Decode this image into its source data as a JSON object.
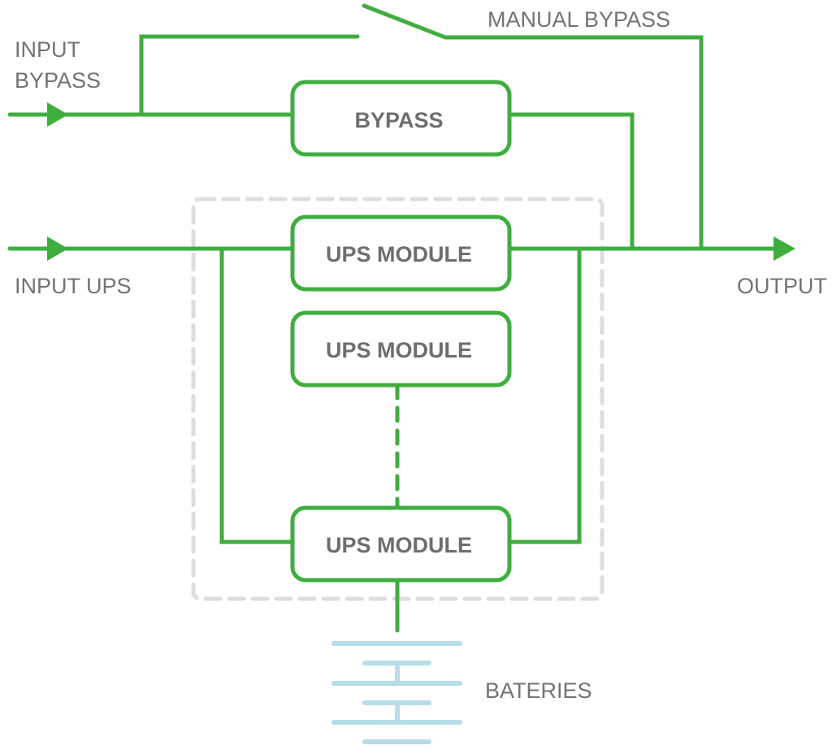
{
  "labels": {
    "input_bypass_line1": "INPUT",
    "input_bypass_line2": "BYPASS",
    "manual_bypass": "MANUAL BYPASS",
    "input_ups": "INPUT UPS",
    "output": "OUTPUT",
    "batteries": "BATERIES"
  },
  "boxes": {
    "bypass": "BYPASS",
    "ups_modules": [
      "UPS MODULE",
      "UPS MODULE",
      "UPS MODULE"
    ]
  },
  "colors": {
    "wire": "#3fae3f",
    "text": "#737373",
    "frame_dashed": "#dddddd",
    "battery": "#b6dde8"
  }
}
